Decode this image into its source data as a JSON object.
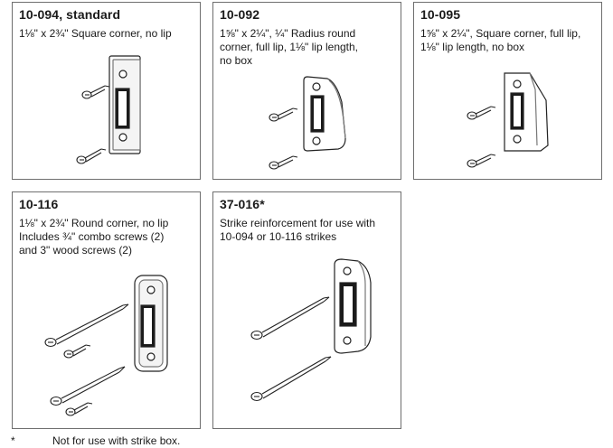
{
  "products": [
    {
      "code": "10-094, standard",
      "description": "1⅛\" x 2¾\" Square corner, no lip"
    },
    {
      "code": "10-092",
      "description": "1⅝\" x 2¼\", ¼\" Radius round\ncorner, full lip, 1⅛\" lip length,\nno box"
    },
    {
      "code": "10-095",
      "description": "1⅝\" x 2¼\", Square corner, full lip,\n1⅛\" lip length, no box"
    },
    {
      "code": "10-116",
      "description": "1⅛\" x 2¾\" Round corner, no lip\nIncludes ¾\" combo screws (2)\nand 3\" wood screws (2)"
    },
    {
      "code": "37-016*",
      "description": "Strike reinforcement for use with\n10-094 or 10-116 strikes"
    }
  ],
  "footnote": {
    "mark": "*",
    "text": "Not for use with strike box."
  }
}
